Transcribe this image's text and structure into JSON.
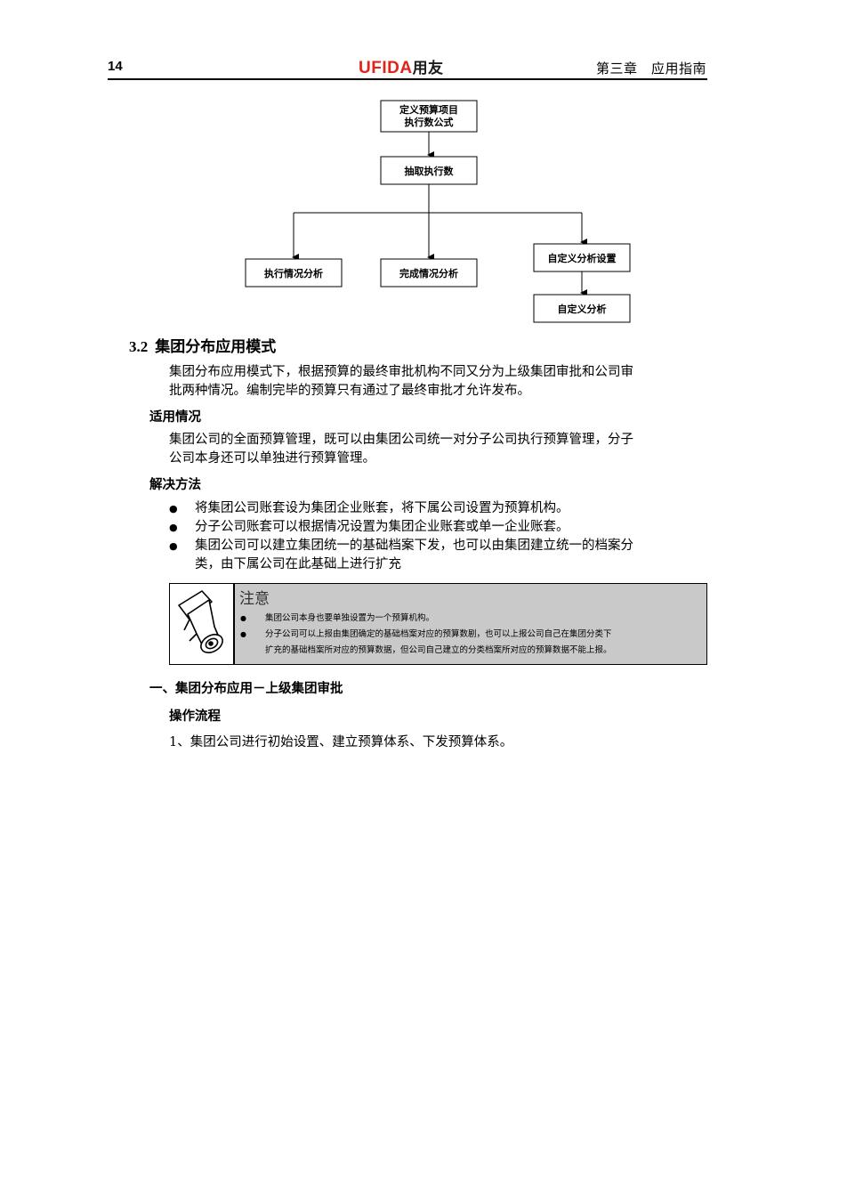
{
  "header": {
    "page_number": "14",
    "brand_latin": "UFIDA",
    "brand_cn": "用友",
    "chapter": "第三章　应用指南"
  },
  "flowchart": {
    "box1_line1": "定义预算项目",
    "box1_line2": "执行数公式",
    "box2": "抽取执行数",
    "box3": "执行情况分析",
    "box4": "完成情况分析",
    "box5": "自定义分析设置",
    "box6": "自定义分析"
  },
  "section": {
    "number": "3.2",
    "title": "集团分布应用模式",
    "intro_line1": "集团分布应用模式下，根据预算的最终审批机构不同又分为上级集团审批和公司审",
    "intro_line2": "批两种情况。编制完毕的预算只有通过了最终审批才允许发布。",
    "applicable_heading": "适用情况",
    "applicable_line1": "集团公司的全面预算管理，既可以由集团公司统一对分子公司执行预算管理，分子",
    "applicable_line2": "公司本身还可以单独进行预算管理。",
    "solution_heading": "解决方法",
    "bullets": [
      "将集团公司账套设为集团企业账套，将下属公司设置为预算机构。",
      "分子公司账套可以根据情况设置为集团企业账套或单一企业账套。",
      "集团公司可以建立集团统一的基础档案下发，也可以由集团建立统一的档案分",
      "类，由下属公司在此基础上进行扩充"
    ]
  },
  "note": {
    "title": "注意",
    "items": [
      "集团公司本身也要单独设置为一个预算机构。",
      "分子公司可以上报由集团确定的基础档案对应的预算数剧，也可以上报公司自己在集团分类下",
      "扩充的基础档案所对应的预算数据，但公司自己建立的分类档案所对应的预算数据不能上报。"
    ]
  },
  "subsection": {
    "heading": "一、集团分布应用－上级集团审批",
    "op_heading": "操作流程",
    "step1": "1、集团公司进行初始设置、建立预算体系、下发预算体系。"
  }
}
